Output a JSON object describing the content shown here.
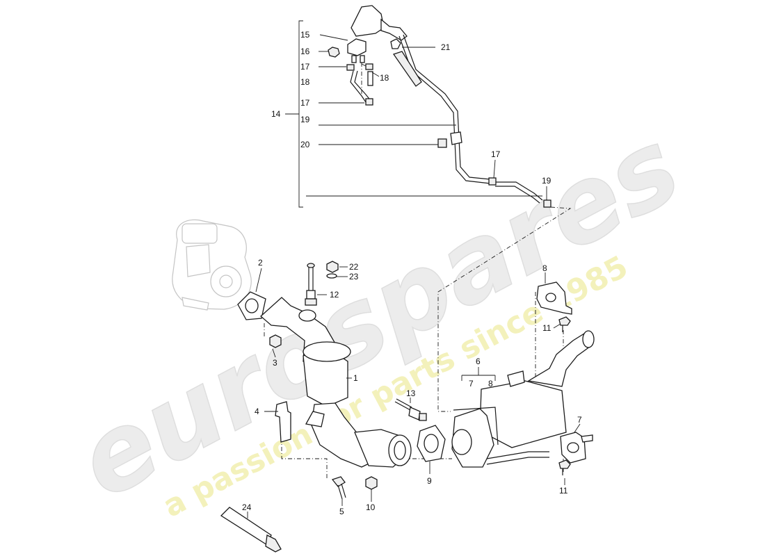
{
  "watermark": {
    "brand": "eurospares",
    "tagline": "a passion for parts since 1985",
    "tagline_color": "#f2efb0"
  },
  "callouts": {
    "c1": "1",
    "c2": "2",
    "c3": "3",
    "c4": "4",
    "c5": "5",
    "c6": "6",
    "c7a": "7",
    "c7b": "7",
    "c8a": "8",
    "c8b": "8",
    "c9": "9",
    "c10": "10",
    "c11a": "11",
    "c11b": "11",
    "c12": "12",
    "c13": "13",
    "c14": "14",
    "c15": "15",
    "c16": "16",
    "c17a": "17",
    "c17b": "17",
    "c17c": "17",
    "c18a": "18",
    "c18b": "18",
    "c19a": "19",
    "c19b": "19",
    "c20": "20",
    "c21": "21",
    "c22": "22",
    "c23": "23",
    "c24": "24"
  }
}
